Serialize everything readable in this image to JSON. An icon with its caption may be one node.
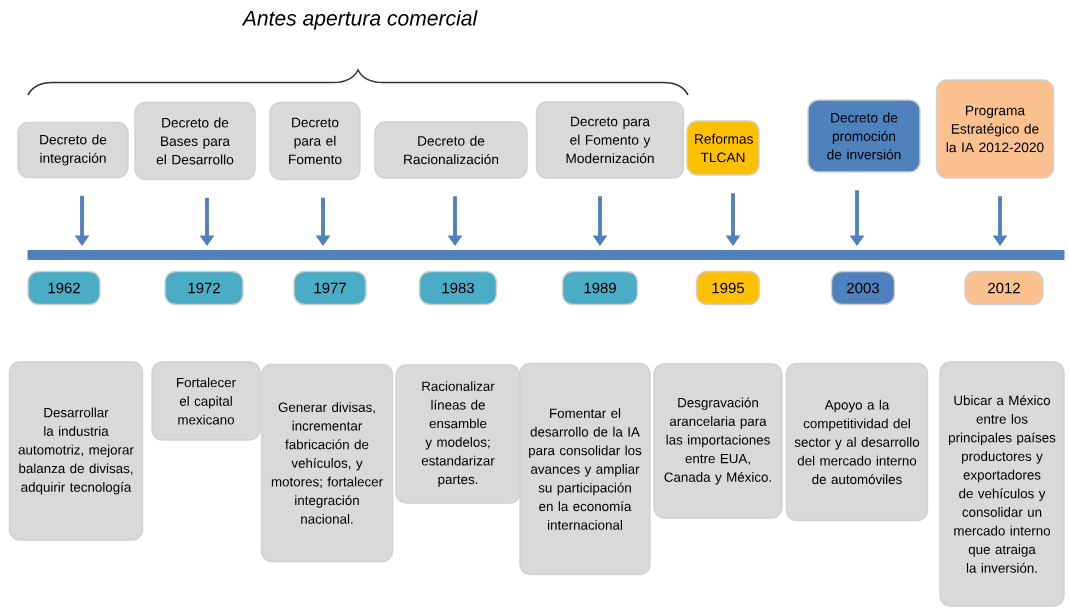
{
  "diagram": {
    "nodes": [
      {
        "text": [
          "Decreto de integración"
        ]
      },
      {
        "text": [
          "Decreto de Bases para el Desarrollo"
        ]
      },
      {
        "text": [
          "Decreto para el Fomento"
        ]
      },
      {
        "text": [
          "Decreto de Racionalización"
        ]
      },
      {
        "text": [
          "Decreto para el Fomento y Modernización"
        ]
      },
      {
        "text": [
          "Reformas TLCAN"
        ]
      },
      {
        "text": [
          "Decreto de promoción de inversión"
        ]
      },
      {
        "text": [
          "Programa Estratégico de la IA 2012-2020"
        ]
      },
      {
        "text": [],
        "shape": "bar"
      },
      {
        "text": [
          "1962"
        ]
      },
      {
        "text": [
          "1972"
        ]
      },
      {
        "text": [
          "1977"
        ]
      },
      {
        "text": [
          "1983"
        ]
      },
      {
        "text": [
          "1989"
        ]
      },
      {
        "text": [
          "1995"
        ]
      },
      {
        "text": [
          "2003"
        ]
      },
      {
        "text": [
          "2012"
        ]
      },
      {
        "text": [
          "Desarrollar la industria automotriz, mejorar balanza de divisas, adquirir tecnología"
        ]
      },
      {
        "text": [
          "Fortalecer el capital mexicano"
        ]
      },
      {
        "text": [
          "Generar divisas, incrementar fabricación de vehículos, y motores; fortalecer integración nacional."
        ]
      },
      {
        "text": [
          "Racionalizar líneas de ensamble y modelos; estandarizar partes."
        ]
      },
      {
        "text": [
          "Fomentar el desarrollo de la IA para consolidar los avances y ampliar su participación en la economía internacional"
        ]
      },
      {
        "text": [
          "Desgravación arancelaria para las importaciones entre EUA, Canada y México."
        ]
      },
      {
        "text": [
          "Apoyo a la competitividad del sector y al desarrollo del mercado interno de automóviles"
        ]
      },
      {
        "text": [
          "Ubicar a México  entre los principales países productores y exportadores de vehículos y consolidar un mercado interno que atraiga la inversión."
        ]
      }
    ],
    "edges": [
      {
        "from": 0,
        "to": 8,
        "arrow": "to"
      },
      {
        "from": 1,
        "to": 8,
        "arrow": "to"
      },
      {
        "from": 2,
        "to": 8,
        "arrow": "to"
      },
      {
        "from": 3,
        "to": 8,
        "arrow": "to"
      },
      {
        "from": 4,
        "to": 8,
        "arrow": "to"
      },
      {
        "from": 5,
        "to": 8,
        "arrow": "to"
      },
      {
        "from": 6,
        "to": 8,
        "arrow": "to"
      },
      {
        "from": 7,
        "to": 8,
        "arrow": "to"
      }
    ],
    "labels": [
      "Antes apertura comercial"
    ]
  }
}
